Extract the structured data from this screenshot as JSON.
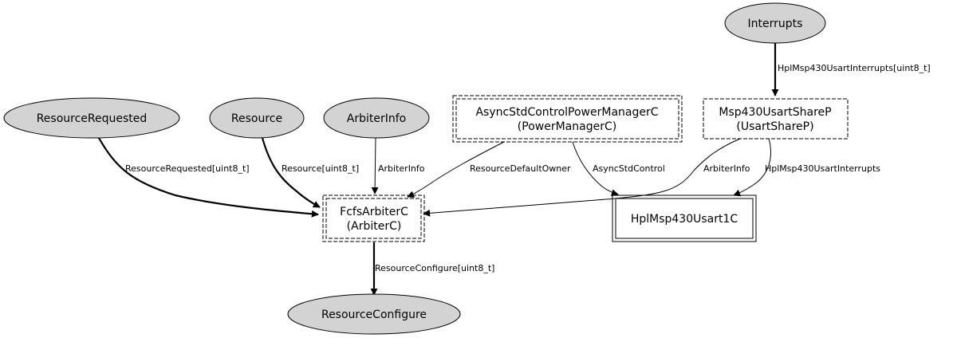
{
  "nodes": {
    "interrupts": "Interrupts",
    "resource_requested": "ResourceRequested",
    "resource": "Resource",
    "arbiter_info": "ArbiterInfo",
    "power_manager": {
      "line1": "AsyncStdControlPowerManagerC",
      "line2": "(PowerManagerC)"
    },
    "usart_share": {
      "line1": "Msp430UsartShareP",
      "line2": "(UsartShareP)"
    },
    "fcfs_arbiter": {
      "line1": "FcfsArbiterC",
      "line2": "(ArbiterC)"
    },
    "hpl_usart": "HplMsp430Usart1C",
    "resource_configure": "ResourceConfigure"
  },
  "edges": {
    "interrupts_to_share": "HplMsp430UsartInterrupts[uint8_t]",
    "rr_to_arbiter": "ResourceRequested[uint8_t]",
    "res_to_arbiter": "Resource[uint8_t]",
    "ai_to_arbiter": "ArbiterInfo",
    "pm_to_arbiter": "ResourceDefaultOwner",
    "pm_to_hpl": "AsyncStdControl",
    "share_to_arbiter": "ArbiterInfo",
    "share_to_hpl": "HplMsp430UsartInterrupts",
    "arbiter_to_rc": "ResourceConfigure[uint8_t]"
  }
}
